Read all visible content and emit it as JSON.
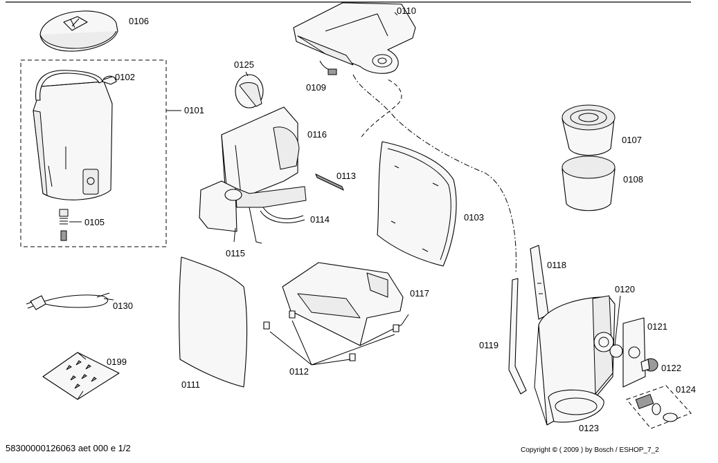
{
  "callouts": {
    "p0106": "0106",
    "p0102": "0102",
    "p0101": "0101",
    "p0105": "0105",
    "p0130": "0130",
    "p0199": "0199",
    "p0125": "0125",
    "p0110": "0110",
    "p0109": "0109",
    "p0116": "0116",
    "p0113": "0113",
    "p0114": "0114",
    "p0115": "0115",
    "p0111": "0111",
    "p0117": "0117",
    "p0112": "0112",
    "p0103": "0103",
    "p0107": "0107",
    "p0108": "0108",
    "p0118": "0118",
    "p0119": "0119",
    "p0120": "0120",
    "p0121": "0121",
    "p0122": "0122",
    "p0124": "0124",
    "p0123": "0123"
  },
  "footer": {
    "document_id": "58300000126063 aet 000 e 1/2",
    "copyright_prefix": "Copyright",
    "copyright_symbol": "©",
    "copyright_rest": " ( 2009 ) by Bosch  / ESHOP_7_2"
  }
}
